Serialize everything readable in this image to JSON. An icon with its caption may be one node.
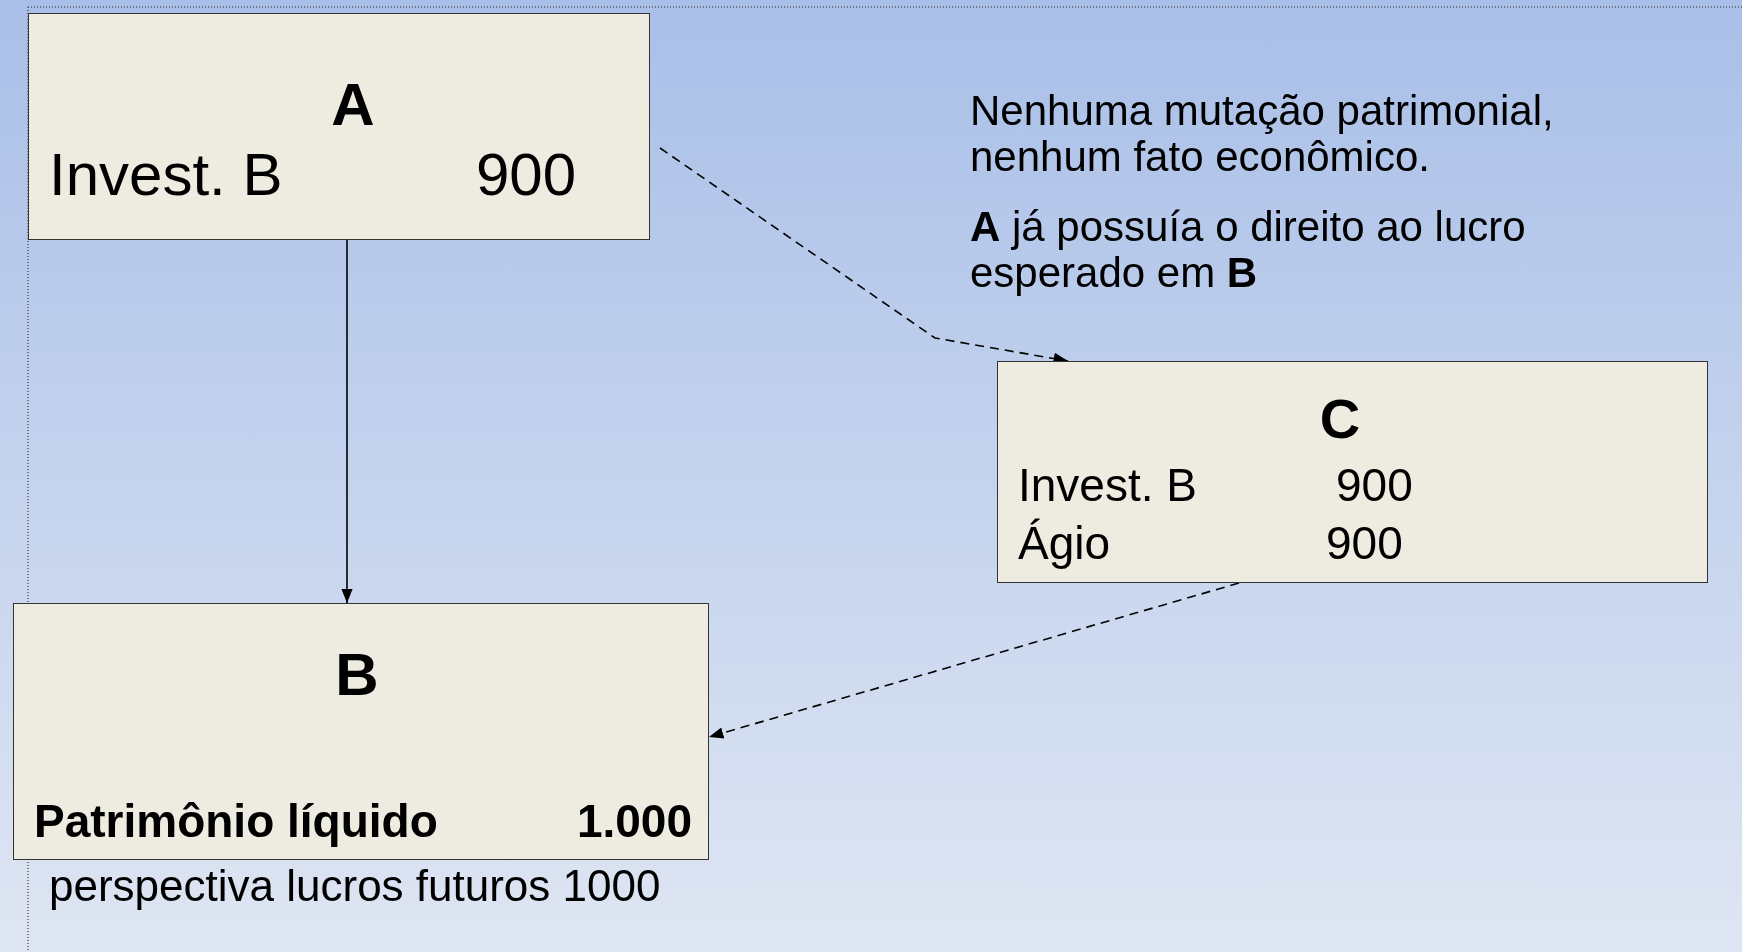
{
  "diagram": {
    "nodes": [
      {
        "text": [
          "A",
          "Invest. B",
          "900"
        ]
      },
      {
        "text": [
          "C",
          "Invest. B",
          "900",
          "Ágio",
          "900"
        ]
      },
      {
        "text": [
          "B",
          "Patrimônio líquido",
          "1.000"
        ],
        "beside": [
          "perspectiva lucros futuros 1000"
        ]
      }
    ],
    "edges": [
      {
        "from": 0,
        "to": 2,
        "arrow": "to"
      },
      {
        "from": 0,
        "to": 1,
        "arrow": "to",
        "style": "dashed"
      },
      {
        "from": 1,
        "to": 2,
        "arrow": "to",
        "style": "dashed"
      }
    ],
    "labels": [
      "Nenhuma mutação patrimonial, nenhum fato econômico.",
      "**A** já possuía o direito ao lucro esperado em **B**"
    ]
  }
}
